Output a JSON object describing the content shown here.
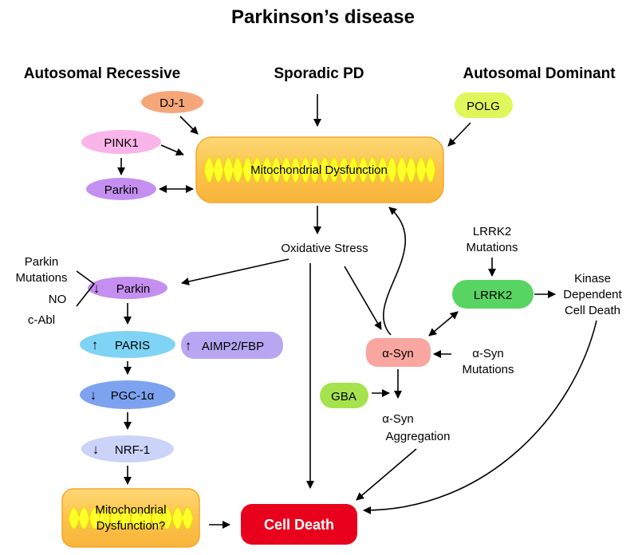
{
  "title": "Parkinson’s disease",
  "headers": {
    "autosomal_recessive": "Autosomal Recessive",
    "sporadic": "Sporadic PD",
    "autosomal_dominant": "Autosomal Dominant"
  },
  "nodes": {
    "dj1": "DJ-1",
    "pink1": "PINK1",
    "parkin_top": "Parkin",
    "polg": "POLG",
    "mito_top": "Mitochondrial Dysfunction",
    "oxidative_stress": "Oxidative Stress",
    "lrrk2_mut_1": "LRRK2",
    "lrrk2_mut_2": "Mutations",
    "lrrk2": "LRRK2",
    "kinase_1": "Kinase",
    "kinase_2": "Dependent",
    "kinase_3": "Cell Death",
    "parkin_mut_1": "Parkin",
    "parkin_mut_2": "Mutations",
    "no": "NO",
    "cabl": "c-Abl",
    "parkin_mid": "Parkin",
    "paris": "PARIS",
    "aimp2": "AIMP2/FBP",
    "pgc1a": "PGC-1α",
    "nrf1": "NRF-1",
    "asyn": "α-Syn",
    "asyn_mut_1": "α-Syn",
    "asyn_mut_2": "Mutations",
    "gba": "GBA",
    "asyn_agg_1": "α-Syn",
    "asyn_agg_2": "Aggregation",
    "mito_bottom_1": "Mitochondrial",
    "mito_bottom_2": "Dysfunction?",
    "cell_death": "Cell Death"
  },
  "symbols": {
    "up": "↑",
    "down": "↓"
  },
  "colors": {
    "dj1": "#f6a77a",
    "pink1": "#f9b5ea",
    "parkin": "#c48ff0",
    "polg": "#e1f65a",
    "mito_fill": "#fcc34c",
    "mito_wave": "#ffff2a",
    "paris": "#7fd3f5",
    "aimp2": "#b9a6f2",
    "pgc1a": "#7da3f0",
    "nrf1": "#ccd3f8",
    "asyn": "#f9a6a0",
    "gba": "#a6e24e",
    "lrrk2": "#58d462",
    "cell_death": "#e8001c"
  }
}
